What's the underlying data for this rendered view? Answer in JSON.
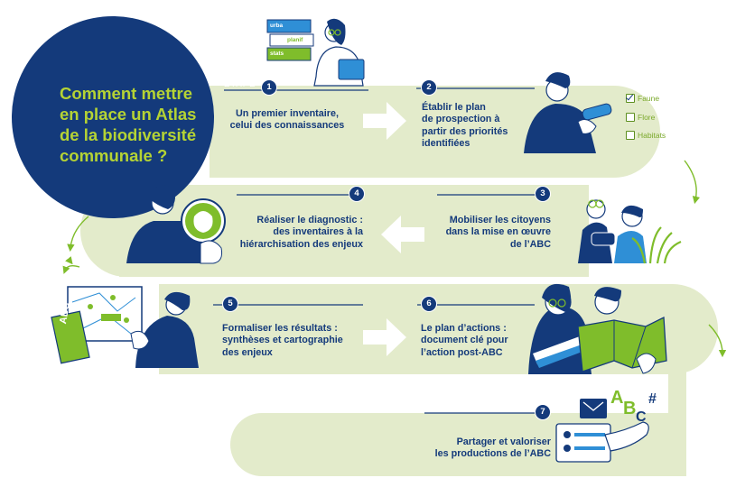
{
  "title_lines": [
    "Comment mettre",
    "en place un Atlas",
    "de la biodiversité",
    "communale ?"
  ],
  "etape_label": "ÉTAPE",
  "steps": [
    {
      "number": "1",
      "lines": [
        "Un premier inventaire,",
        "celui des connaissances"
      ]
    },
    {
      "number": "2",
      "lines": [
        "Établir le plan",
        "de prospection à",
        "partir des priorités",
        "identifiées"
      ]
    },
    {
      "number": "3",
      "lines": [
        "Mobiliser les citoyens",
        "dans la mise en œuvre",
        "de l’ABC"
      ]
    },
    {
      "number": "4",
      "lines": [
        "Réaliser le diagnostic :",
        "des inventaires à la",
        "hiérarchisation des enjeux"
      ]
    },
    {
      "number": "5",
      "lines": [
        "Formaliser les résultats :",
        "synthèses et cartographie",
        "des enjeux"
      ]
    },
    {
      "number": "6",
      "lines": [
        "Le plan d’actions :",
        "document clé pour",
        "l’action post-ABC"
      ]
    },
    {
      "number": "7",
      "lines": [
        "Partager et valoriser",
        "les productions de l’ABC"
      ]
    }
  ],
  "checklist": [
    {
      "label": "Faune",
      "checked": true
    },
    {
      "label": "Flore",
      "checked": false
    },
    {
      "label": "Habitats",
      "checked": false
    }
  ],
  "books": [
    "urba",
    "planif",
    "stats"
  ],
  "abc_label": "ABC",
  "abc_sign": {
    "letters": [
      "A",
      "B",
      "C"
    ],
    "symbol": "#"
  },
  "colors": {
    "navy": "#143a7b",
    "lime": "#b5d334",
    "pale_green": "#e3ebcb",
    "green": "#7fbd2b"
  }
}
